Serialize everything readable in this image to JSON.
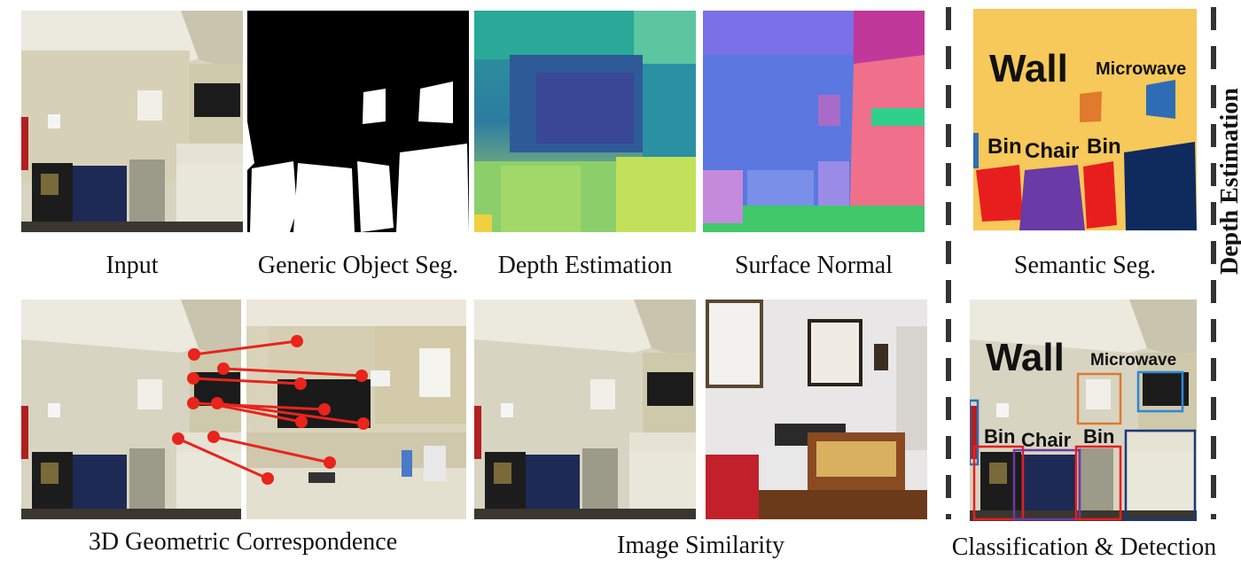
{
  "captions": {
    "input": "Input",
    "generic_seg": "Generic Object Seg.",
    "depth": "Depth Estimation",
    "normal": "Surface Normal",
    "semantic": "Semantic Seg.",
    "correspondence": "3D Geometric Correspondence",
    "similarity": "Image Similarity",
    "classification": "Classification & Detection"
  },
  "semantic_labels": {
    "wall": "Wall",
    "microwave": "Microwave",
    "bin_left": "Bin",
    "chair": "Chair",
    "bin_right": "Bin"
  },
  "detection_labels": {
    "wall": "Wall",
    "microwave": "Microwave",
    "bin_left": "Bin",
    "chair": "Chair",
    "bin_right": "Bin"
  },
  "side_caption": "Depth Estimation",
  "colors": {
    "correspondence_line": "#e8241c",
    "semantic_background": "#f7c85a",
    "semantic_bin": "#e81e1e",
    "semantic_chair": "#6a3aa6",
    "semantic_microwave": "#2e6db5",
    "semantic_orange": "#e07a2c",
    "semantic_navy": "#0f2a5c"
  }
}
